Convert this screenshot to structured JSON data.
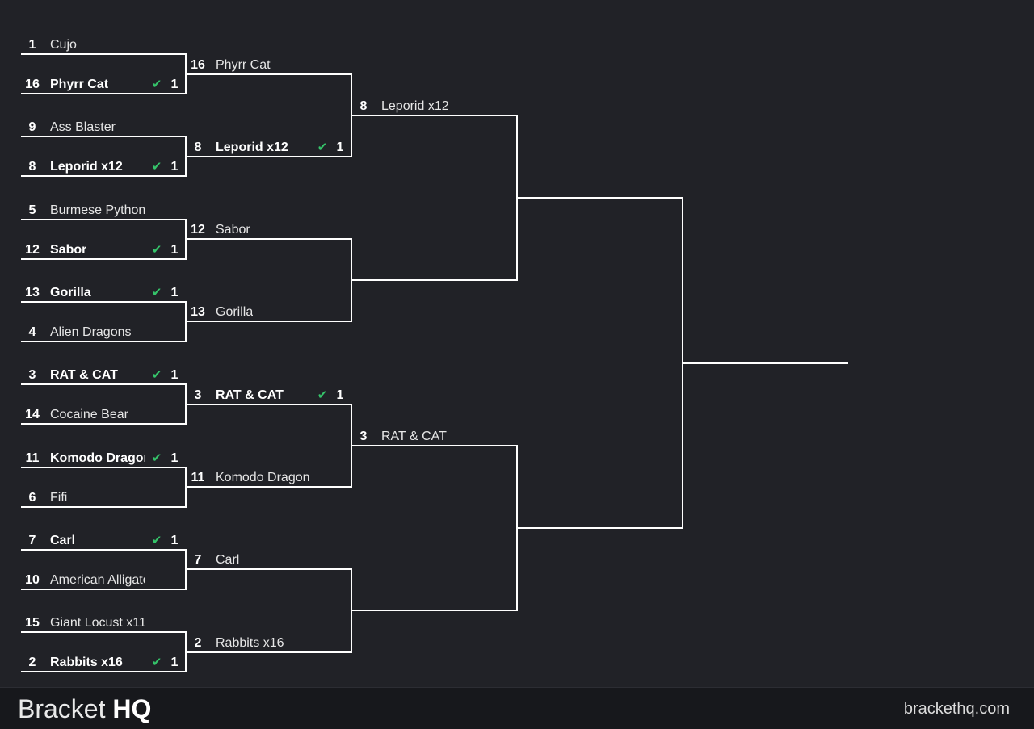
{
  "brand": {
    "part1": "Bracket",
    "part2": "HQ"
  },
  "site": "brackethq.com",
  "check_glyph": "✔",
  "check_color": "#35c46a",
  "round1": [
    {
      "top": {
        "seed": "1",
        "name": "Cujo"
      },
      "bottom": {
        "seed": "16",
        "name": "Phyrr Cat",
        "score": "1"
      },
      "winner": "bottom"
    },
    {
      "top": {
        "seed": "9",
        "name": "Ass Blaster"
      },
      "bottom": {
        "seed": "8",
        "name": "Leporid x12",
        "score": "1"
      },
      "winner": "bottom"
    },
    {
      "top": {
        "seed": "5",
        "name": "Burmese Python"
      },
      "bottom": {
        "seed": "12",
        "name": "Sabor",
        "score": "1"
      },
      "winner": "bottom"
    },
    {
      "top": {
        "seed": "13",
        "name": "Gorilla",
        "score": "1"
      },
      "bottom": {
        "seed": "4",
        "name": "Alien Dragons"
      },
      "winner": "top"
    },
    {
      "top": {
        "seed": "3",
        "name": "RAT & CAT",
        "score": "1"
      },
      "bottom": {
        "seed": "14",
        "name": "Cocaine Bear"
      },
      "winner": "top"
    },
    {
      "top": {
        "seed": "11",
        "name": "Komodo Dragon",
        "score": "1"
      },
      "bottom": {
        "seed": "6",
        "name": "Fifi"
      },
      "winner": "top"
    },
    {
      "top": {
        "seed": "7",
        "name": "Carl",
        "score": "1"
      },
      "bottom": {
        "seed": "10",
        "name": "American Alligator"
      },
      "winner": "top"
    },
    {
      "top": {
        "seed": "15",
        "name": "Giant Locust x11"
      },
      "bottom": {
        "seed": "2",
        "name": "Rabbits x16",
        "score": "1"
      },
      "winner": "bottom"
    }
  ],
  "round2": [
    {
      "top": {
        "seed": "16",
        "name": "Phyrr Cat"
      },
      "bottom": {
        "seed": "8",
        "name": "Leporid x12",
        "score": "1"
      },
      "winner": "bottom"
    },
    {
      "top": {
        "seed": "12",
        "name": "Sabor"
      },
      "bottom": {
        "seed": "13",
        "name": "Gorilla"
      },
      "winner": ""
    },
    {
      "top": {
        "seed": "3",
        "name": "RAT & CAT",
        "score": "1"
      },
      "bottom": {
        "seed": "11",
        "name": "Komodo Dragon"
      },
      "winner": "top"
    },
    {
      "top": {
        "seed": "7",
        "name": "Carl"
      },
      "bottom": {
        "seed": "2",
        "name": "Rabbits x16"
      },
      "winner": ""
    }
  ],
  "round3": [
    {
      "top": {
        "seed": "8",
        "name": "Leporid x12"
      },
      "bottom": {
        "seed": "",
        "name": ""
      },
      "winner": ""
    },
    {
      "top": {
        "seed": "3",
        "name": "RAT & CAT"
      },
      "bottom": {
        "seed": "",
        "name": ""
      },
      "winner": ""
    }
  ],
  "round4": [
    {
      "top": {
        "seed": "",
        "name": ""
      },
      "bottom": {
        "seed": "",
        "name": ""
      },
      "winner": ""
    }
  ],
  "champion": {
    "seed": "",
    "name": ""
  }
}
